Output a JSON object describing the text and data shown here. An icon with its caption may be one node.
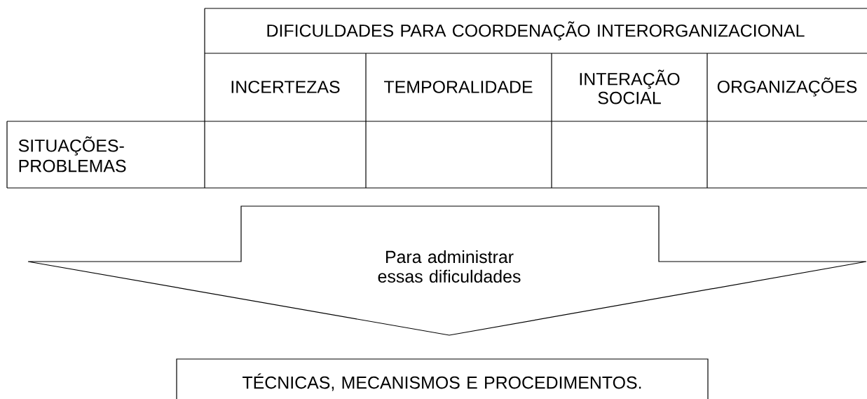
{
  "diagram": {
    "nodes": [
      {
        "text": [
          "Para administrar essas dificuldades"
        ]
      },
      {
        "text": [
          "TÉCNICAS, MECANISMOS E PROCEDIMENTOS."
        ]
      }
    ],
    "labels": [
      "DIFICULDADES PARA COORDENAÇÃO INTERORGANIZACIONAL",
      "INCERTEZAS",
      "TEMPORALIDADE",
      "INTERAÇÃO SOCIAL",
      "ORGANIZAÇÕES",
      "SITUAÇÕES-PROBLEMAS"
    ]
  }
}
